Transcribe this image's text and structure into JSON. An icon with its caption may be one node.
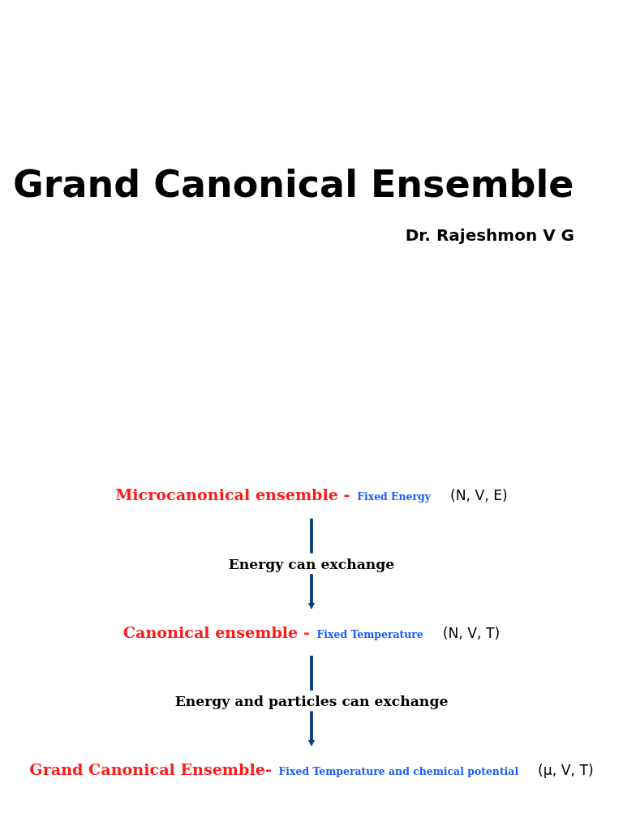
{
  "diagram": {
    "title": "Grand Canonical Ensemble",
    "nodes": [
      {
        "text": [
          "Microcanonical ensemble -",
          "Fixed Energy",
          "(N, V, E)"
        ]
      },
      {
        "text": [
          "Canonical ensemble -",
          "Fixed Temperature",
          "(N, V, T)"
        ]
      },
      {
        "text": [
          "Grand Canonical Ensemble-",
          "Fixed Temperature and chemical potential",
          "(μ, V, T)"
        ]
      }
    ],
    "edges": [
      {
        "from": 0,
        "to": 1,
        "arrow": "to",
        "label": "Energy can exchange"
      },
      {
        "from": 1,
        "to": 2,
        "arrow": "to",
        "label": "Energy and particles can exchange"
      }
    ],
    "labels": [
      "Dr. Rajeshmon V G"
    ]
  }
}
